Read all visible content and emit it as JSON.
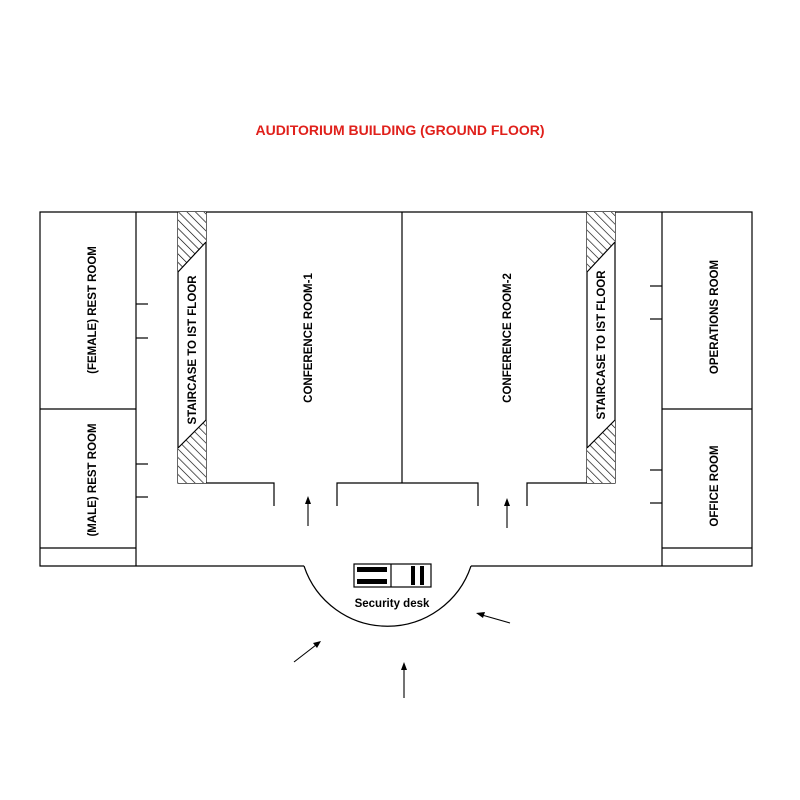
{
  "title": "AUDITORIUM BUILDING (GROUND FLOOR)",
  "colors": {
    "title": "#e0201b",
    "line": "#000000"
  },
  "rooms": {
    "female_rest_room": "(FEMALE) REST ROOM",
    "male_rest_room": "(MALE) REST ROOM",
    "staircase_left": "STAIRCASE TO IST FLOOR",
    "conference_room_1": "CONFERENCE ROOM-1",
    "conference_room_2": "CONFERENCE ROOM-2",
    "staircase_right": "STAIRCASE TO IST FLOOR",
    "operations_room": "OPERATIONS ROOM",
    "office_room": "OFFICE ROOM"
  },
  "security_desk": {
    "label": "Security desk",
    "icon": "security-desk-icon"
  },
  "arrows": {
    "icon": "arrow-icon",
    "meaning": "entry direction"
  }
}
